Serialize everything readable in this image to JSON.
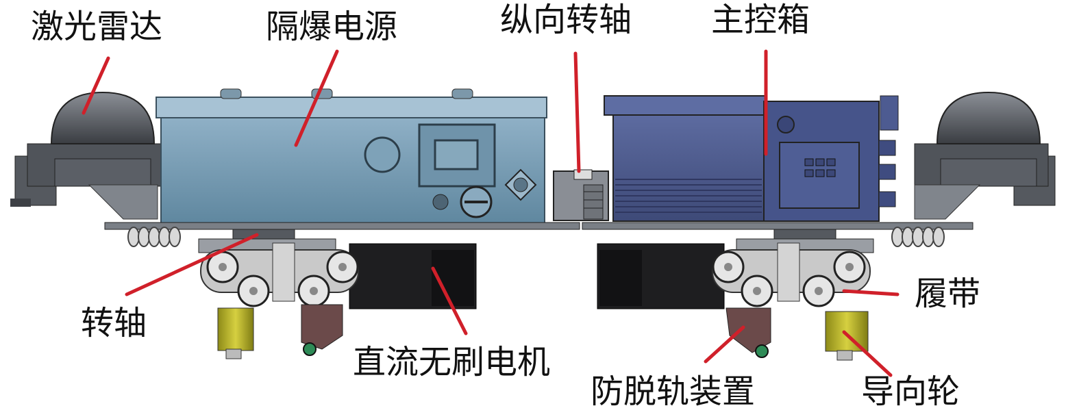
{
  "labels": {
    "lidar": "激光雷达",
    "power_supply": "隔爆电源",
    "longitudinal_shaft": "纵向转轴",
    "main_control_box": "主控箱",
    "pivot_shaft": "转轴",
    "bldc_motor": "直流无刷电机",
    "track": "履带",
    "derail_protection": "防脱轨装置",
    "guide_wheel": "导向轮"
  },
  "colors": {
    "leader_line": "#d0202a",
    "power_box": "#6d94ad",
    "control_box": "#4b5a8c",
    "lidar_dome": "#4a4d52",
    "frame": "#6a6f76",
    "guide_wheel": "#b7b22a",
    "derail_plate": "#6b4a4a",
    "knob": "#2e8b57"
  }
}
